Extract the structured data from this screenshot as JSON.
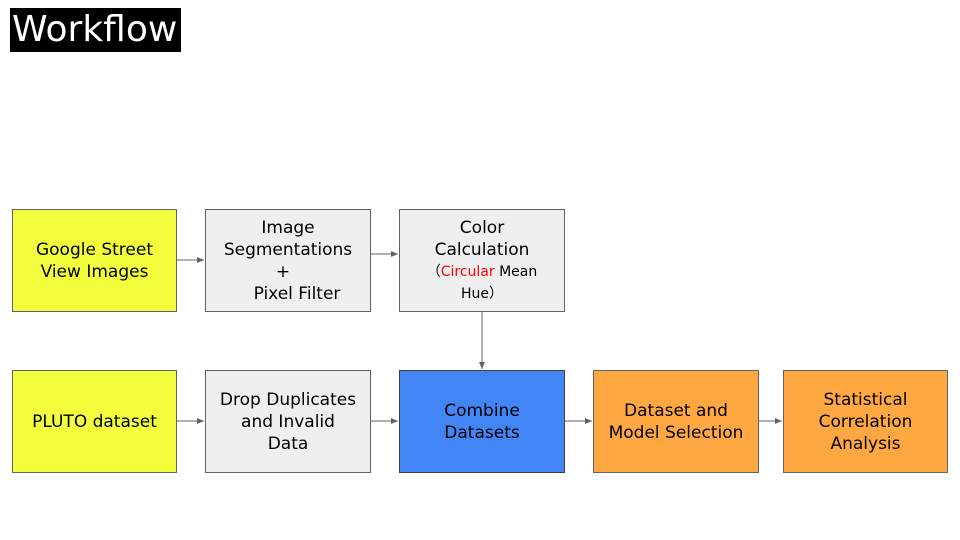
{
  "title": "Workflow",
  "colors": {
    "input": "#f3ff3c",
    "process": "#efefef",
    "combine": "#4285f4",
    "analysis": "#ffa841",
    "highlight": "#ff0000",
    "border": "#5f6368"
  },
  "nodes": {
    "gsv": {
      "lines": [
        "Google Street",
        "View Images"
      ]
    },
    "segmentation": {
      "lines": [
        "Image",
        "Segmentations",
        "+",
        "Pixel Filter"
      ]
    },
    "color": {
      "lines": [
        "Color",
        "Calculation"
      ],
      "note_open": "（",
      "note_highlight": "Circular",
      "note_rest": " Mean",
      "note_line2": "Hue）"
    },
    "pluto": {
      "lines": [
        "PLUTO dataset"
      ]
    },
    "dedupe": {
      "lines": [
        "Drop Duplicates",
        "and Invalid",
        "Data"
      ]
    },
    "combine": {
      "lines": [
        "Combine",
        "Datasets"
      ]
    },
    "selection": {
      "lines": [
        "Dataset and",
        "Model Selection"
      ]
    },
    "stats": {
      "lines": [
        "Statistical",
        "Correlation",
        "Analysis"
      ]
    }
  },
  "edges": [
    {
      "from": "gsv",
      "to": "segmentation"
    },
    {
      "from": "segmentation",
      "to": "color"
    },
    {
      "from": "color",
      "to": "combine"
    },
    {
      "from": "pluto",
      "to": "dedupe"
    },
    {
      "from": "dedupe",
      "to": "combine"
    },
    {
      "from": "combine",
      "to": "selection"
    },
    {
      "from": "selection",
      "to": "stats"
    }
  ]
}
